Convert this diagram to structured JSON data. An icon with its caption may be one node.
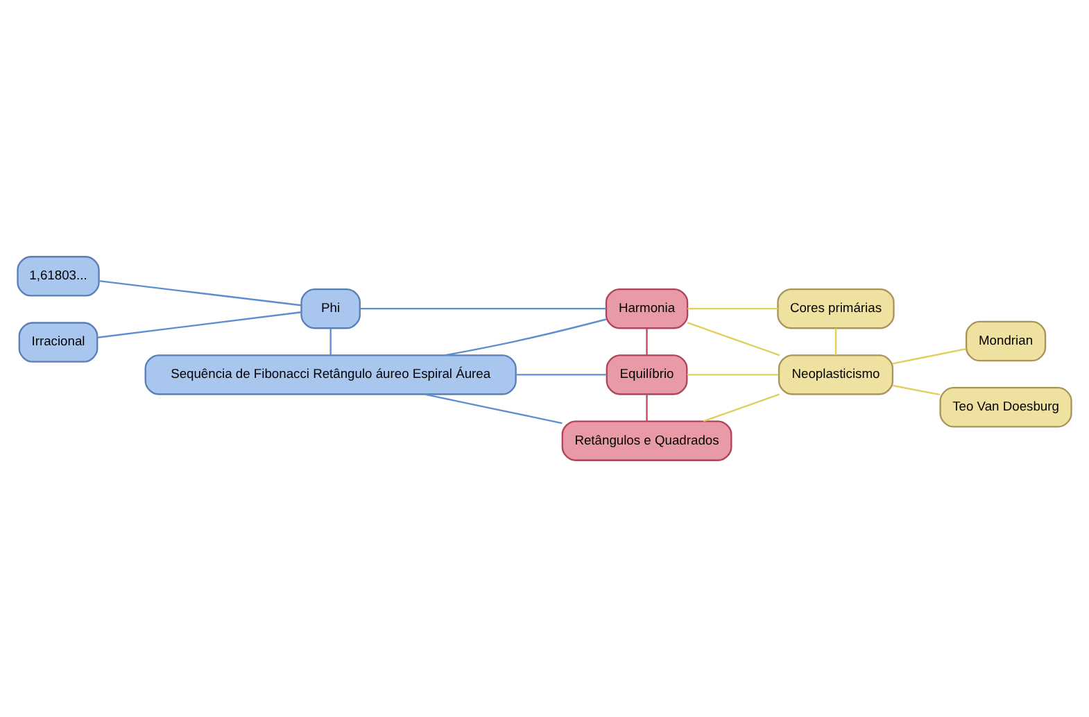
{
  "diagram": {
    "nodes": [
      {
        "text": [
          "1,61803..."
        ]
      },
      {
        "text": [
          "Phi"
        ]
      },
      {
        "text": [
          "Irracional"
        ]
      },
      {
        "text": [
          "Harmonia"
        ]
      },
      {
        "text": [
          "Cores primárias"
        ]
      },
      {
        "text": [
          "Neoplasticismo"
        ]
      },
      {
        "text": [
          "Mondrian"
        ]
      },
      {
        "text": [
          "Sequência de Fibonacci Retângulo áureo Espiral Áurea"
        ]
      },
      {
        "text": [
          "Equilíbrio"
        ]
      },
      {
        "text": [
          "Teo Van Doesburg"
        ]
      },
      {
        "text": [
          "Retângulos e Quadrados"
        ]
      }
    ],
    "edges": [
      {
        "from": 0,
        "to": 1,
        "arrow": "none",
        "color": "#5b8fd0"
      },
      {
        "from": 2,
        "to": 1,
        "arrow": "none",
        "color": "#5b8fd0"
      },
      {
        "from": 1,
        "to": 7,
        "arrow": "none",
        "color": "#5b8fd0"
      },
      {
        "from": 1,
        "to": 3,
        "arrow": "none",
        "color": "#5b8fd0"
      },
      {
        "from": 7,
        "to": 3,
        "arrow": "none",
        "color": "#5b8fd0"
      },
      {
        "from": 7,
        "to": 8,
        "arrow": "none",
        "color": "#5b8fd0"
      },
      {
        "from": 7,
        "to": 10,
        "arrow": "none",
        "color": "#5b8fd0"
      },
      {
        "from": 3,
        "to": 4,
        "arrow": "none",
        "color": "#e0cf5a"
      },
      {
        "from": 3,
        "to": 5,
        "arrow": "none",
        "color": "#e0cf5a"
      },
      {
        "from": 4,
        "to": 5,
        "arrow": "none",
        "color": "#e0cf5a"
      },
      {
        "from": 5,
        "to": 6,
        "arrow": "none",
        "color": "#e0cf5a"
      },
      {
        "from": 5,
        "to": 9,
        "arrow": "none",
        "color": "#e0cf5a"
      },
      {
        "from": 8,
        "to": 5,
        "arrow": "none",
        "color": "#e0cf5a"
      },
      {
        "from": 10,
        "to": 5,
        "arrow": "none",
        "color": "#e0cf5a"
      },
      {
        "from": 3,
        "to": 8,
        "arrow": "none",
        "color": "#c04a5e"
      },
      {
        "from": 8,
        "to": 10,
        "arrow": "none",
        "color": "#c04a5e"
      }
    ]
  }
}
